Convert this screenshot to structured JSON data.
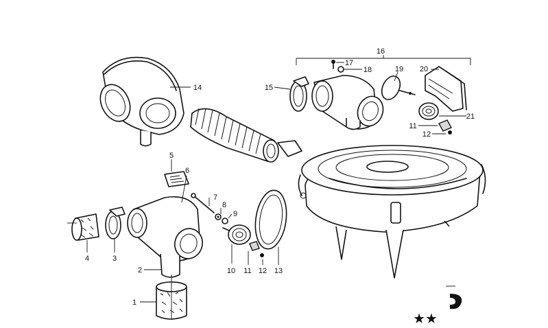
{
  "callouts": [
    {
      "id": "c1",
      "text": "1"
    },
    {
      "id": "c2",
      "text": "2"
    },
    {
      "id": "c3",
      "text": "3"
    },
    {
      "id": "c4",
      "text": "4"
    },
    {
      "id": "c5",
      "text": "5"
    },
    {
      "id": "c6",
      "text": "6"
    },
    {
      "id": "c7",
      "text": "7"
    },
    {
      "id": "c8",
      "text": "8"
    },
    {
      "id": "c9",
      "text": "9"
    },
    {
      "id": "c10",
      "text": "10"
    },
    {
      "id": "c11a",
      "text": "11"
    },
    {
      "id": "c12a",
      "text": "12"
    },
    {
      "id": "c13",
      "text": "13"
    },
    {
      "id": "c14",
      "text": "14"
    },
    {
      "id": "c15",
      "text": "15"
    },
    {
      "id": "c16",
      "text": "16"
    },
    {
      "id": "c17",
      "text": "17"
    },
    {
      "id": "c18",
      "text": "18"
    },
    {
      "id": "c19",
      "text": "19"
    },
    {
      "id": "c20",
      "text": "20"
    },
    {
      "id": "c21",
      "text": "21"
    },
    {
      "id": "c11b",
      "text": "11"
    },
    {
      "id": "c12b",
      "text": "12"
    }
  ],
  "corner_marks": "★★"
}
